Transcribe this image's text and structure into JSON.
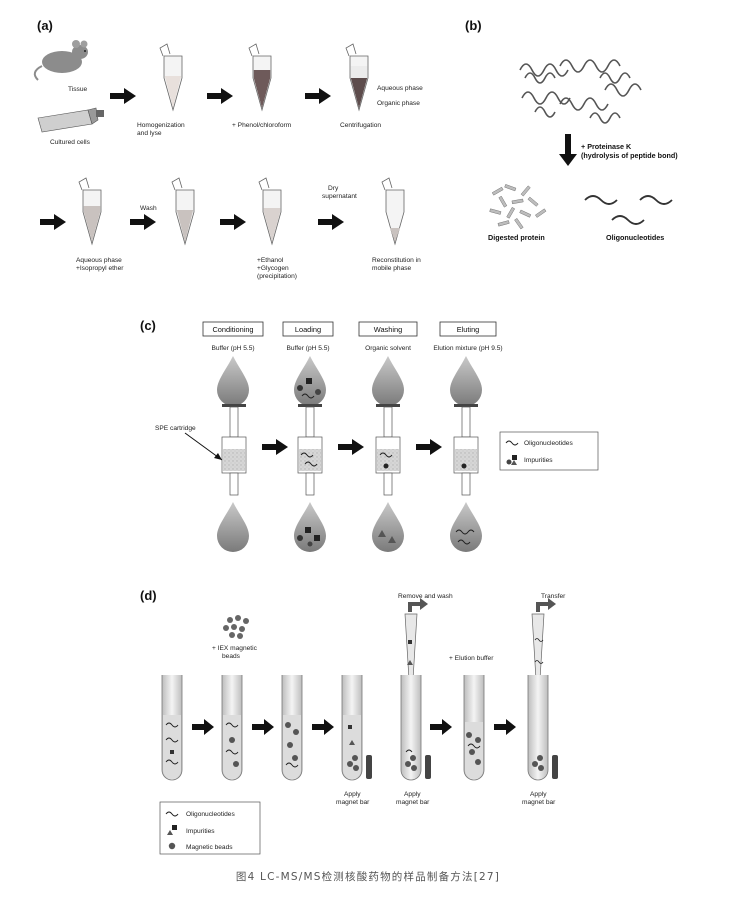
{
  "panels": {
    "a": "(a)",
    "b": "(b)",
    "c": "(c)",
    "d": "(d)"
  },
  "panel_a": {
    "tissue": "Tissue",
    "cultured_cells": "Cultured cells",
    "homogenization": [
      "Homogenization",
      "and lyse"
    ],
    "phenol": "+ Phenol/chloroform",
    "centrifugation": "Centrifugation",
    "aqueous_phase": "Aqueous phase",
    "organic_phase": "Organic phase",
    "wash": "Wash",
    "dry_supernatant": [
      "Dry",
      "supernatant"
    ],
    "aqueous_isopropyl": [
      "Aqueous phase",
      "+Isopropyl ether"
    ],
    "ethanol": [
      "+Ethanol",
      "+Glycogen",
      "(precipitation)"
    ],
    "reconstitution": [
      "Reconstitution in",
      "mobile phase"
    ]
  },
  "panel_b": {
    "proteinase": [
      "+ Proteinase K",
      "(hydrolysis of peptide bond)"
    ],
    "digested_protein": "Digested protein",
    "oligonucleotides": "Oligonucleotides"
  },
  "panel_c": {
    "steps": [
      {
        "title": "Conditioning",
        "sub": "Buffer (pH 5.5)"
      },
      {
        "title": "Loading",
        "sub": "Buffer (pH 5.5)"
      },
      {
        "title": "Washing",
        "sub": "Organic solvent"
      },
      {
        "title": "Eluting",
        "sub": "Elution mixture (pH 9.5)"
      }
    ],
    "spe_cartridge": "SPE cartridge",
    "legend": {
      "oligo": "Oligonucleotides",
      "impurities": "Impurities"
    }
  },
  "panel_d": {
    "iex": [
      "+ IEX magnetic",
      "beads"
    ],
    "remove_wash": "Remove and wash",
    "elution_buffer": "+ Elution buffer",
    "transfer": "Transfer",
    "apply": [
      "Apply",
      "magnet bar"
    ],
    "legend": {
      "oligo": "Oligonucleotides",
      "impurities": "Impurities",
      "beads": "Magnetic beads"
    }
  },
  "caption": "图4 LC-MS/MS检测核酸药物的样品制备方法[27]",
  "colors": {
    "ink": "#222222",
    "tube_light": "#d8d8d8",
    "tube_dark": "#6e5a5a",
    "drop": "#9a9a9a",
    "arrow": "#111111"
  }
}
